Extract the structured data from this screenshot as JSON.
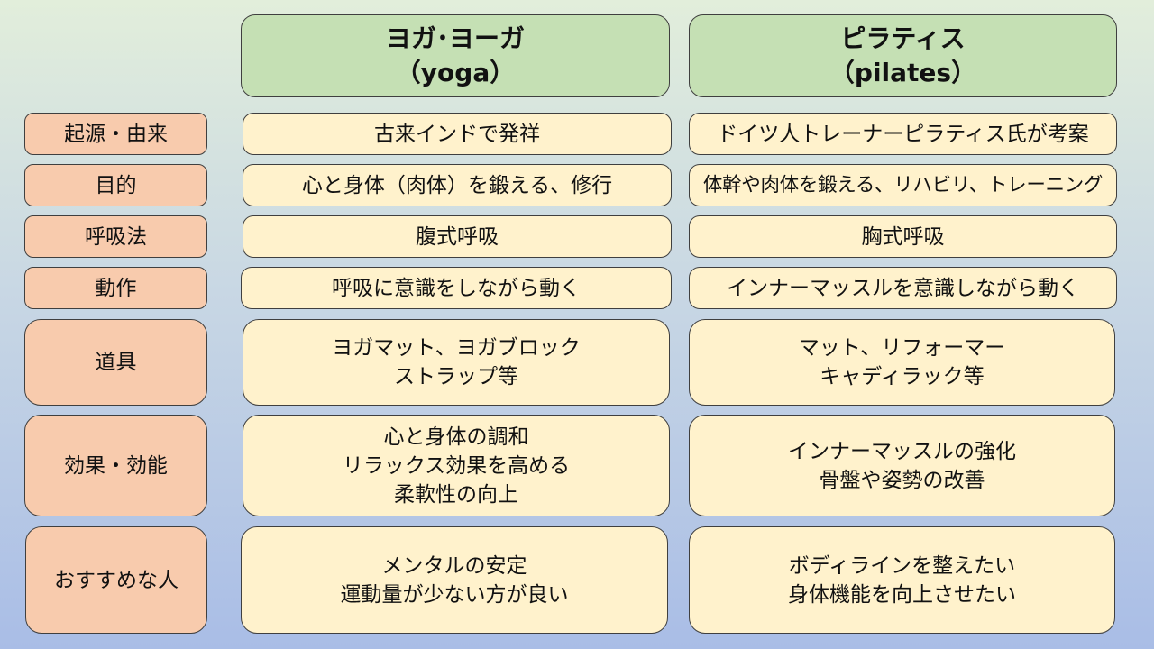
{
  "headers": {
    "yoga": [
      "ヨガ･ヨーガ",
      "（yoga）"
    ],
    "pilates": [
      "ピラティス",
      "（pilates）"
    ]
  },
  "rows": [
    {
      "label": "起源・由来",
      "yoga": [
        "古来インドで発祥"
      ],
      "pilates": [
        "ドイツ人トレーナーピラティス氏が考案"
      ]
    },
    {
      "label": "目的",
      "yoga": [
        "心と身体（肉体）を鍛える、修行"
      ],
      "pilates": [
        "体幹や肉体を鍛える、リハビリ、トレーニング"
      ]
    },
    {
      "label": "呼吸法",
      "yoga": [
        "腹式呼吸"
      ],
      "pilates": [
        "胸式呼吸"
      ]
    },
    {
      "label": "動作",
      "yoga": [
        "呼吸に意識をしながら動く"
      ],
      "pilates": [
        "インナーマッスルを意識しながら動く"
      ]
    },
    {
      "label": "道具",
      "yoga": [
        "ヨガマット、ヨガブロック",
        "ストラップ等"
      ],
      "pilates": [
        "マット、リフォーマー",
        "キャディラック等"
      ]
    },
    {
      "label": "効果・効能",
      "yoga": [
        "心と身体の調和",
        "リラックス効果を高める",
        "柔軟性の向上"
      ],
      "pilates": [
        "インナーマッスルの強化",
        "骨盤や姿勢の改善"
      ]
    },
    {
      "label": "おすすめな人",
      "yoga": [
        "メンタルの安定",
        "運動量が少ない方が良い"
      ],
      "pilates": [
        "ボディラインを整えたい",
        "身体機能を向上させたい"
      ]
    }
  ],
  "colors": {
    "header_bg": "#c5e0b4",
    "label_bg": "#f8cbad",
    "cell_bg": "#fff2cc",
    "border": "#3f3f3f"
  }
}
